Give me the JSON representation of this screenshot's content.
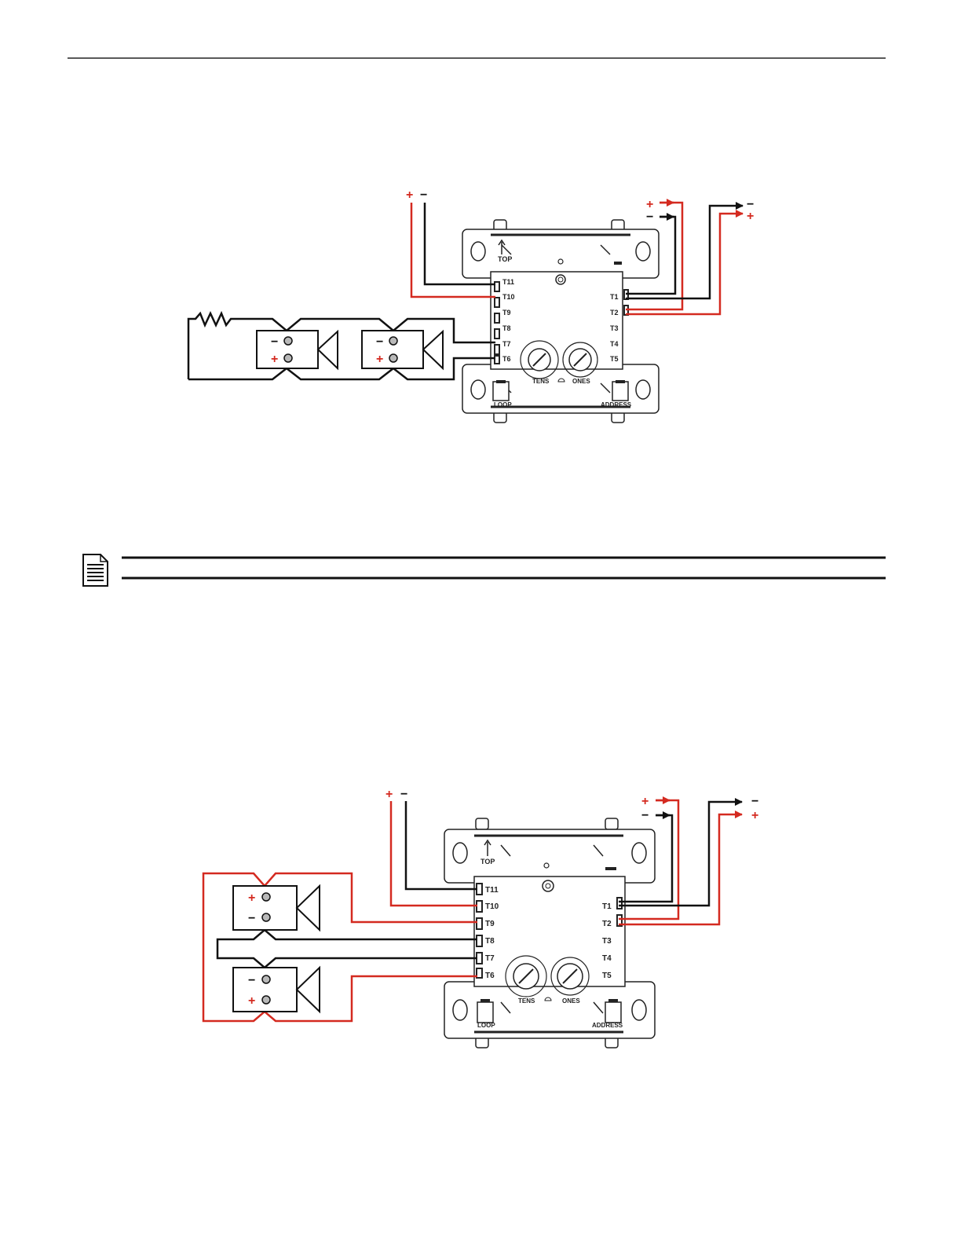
{
  "colors": {
    "positive_wire": "#d42a20",
    "negative_wire": "#111111",
    "device_fill": "#ffffff",
    "terminal_dot": "#b9b9b9"
  },
  "symbols": {
    "plus": "+",
    "minus": "−"
  },
  "module": {
    "left_terminals": [
      "T11",
      "T10",
      "T9",
      "T8",
      "T7",
      "T6"
    ],
    "right_terminals": [
      "T1",
      "T2",
      "T3",
      "T4",
      "T5"
    ],
    "top_label": "TOP",
    "tens_label": "TENS",
    "ones_label": "ONES",
    "loop_label": "LOOP",
    "address_label": "ADDRESS"
  },
  "note_icon": "document-icon"
}
